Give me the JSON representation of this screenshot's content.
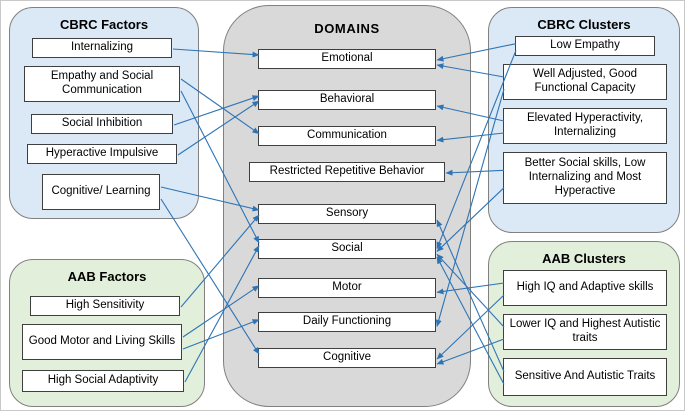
{
  "panels": {
    "cbrc_factors": {
      "title": "CBRC Factors",
      "items": [
        {
          "id": "internalizing",
          "label": "Internalizing"
        },
        {
          "id": "empathy-social-communication",
          "label": "Empathy and Social Communication"
        },
        {
          "id": "social-inhibition",
          "label": "Social Inhibition"
        },
        {
          "id": "hyperactive-impulsive",
          "label": "Hyperactive Impulsive"
        },
        {
          "id": "cognitive-learning",
          "label": "Cognitive/ Learning"
        }
      ]
    },
    "aab_factors": {
      "title": "AAB Factors",
      "items": [
        {
          "id": "high-sensitivity",
          "label": "High Sensitivity"
        },
        {
          "id": "good-motor-living-skills",
          "label": "Good Motor and Living Skills"
        },
        {
          "id": "high-social-adaptivity",
          "label": "High Social Adaptivity"
        }
      ]
    },
    "domains": {
      "title": "DOMAINS",
      "items": [
        {
          "id": "emotional",
          "label": "Emotional"
        },
        {
          "id": "behavioral",
          "label": "Behavioral"
        },
        {
          "id": "communication",
          "label": "Communication"
        },
        {
          "id": "restricted-repetitive-behavior",
          "label": "Restricted Repetitive Behavior"
        },
        {
          "id": "sensory",
          "label": "Sensory"
        },
        {
          "id": "social",
          "label": "Social"
        },
        {
          "id": "motor",
          "label": "Motor"
        },
        {
          "id": "daily-functioning",
          "label": "Daily Functioning"
        },
        {
          "id": "cognitive",
          "label": "Cognitive"
        }
      ]
    },
    "cbrc_clusters": {
      "title": "CBRC Clusters",
      "items": [
        {
          "id": "low-empathy",
          "label": "Low Empathy"
        },
        {
          "id": "well-adjusted",
          "label": "Well Adjusted, Good Functional Capacity"
        },
        {
          "id": "elevated-hyperactivity",
          "label": "Elevated Hyperactivity, Internalizing"
        },
        {
          "id": "better-social-skills",
          "label": "Better Social skills, Low Internalizing and Most Hyperactive"
        }
      ]
    },
    "aab_clusters": {
      "title": "AAB Clusters",
      "items": [
        {
          "id": "high-iq-adaptive",
          "label": "High IQ and Adaptive skills"
        },
        {
          "id": "lower-iq-autistic",
          "label": "Lower IQ and Highest Autistic traits"
        },
        {
          "id": "sensitive-autistic",
          "label": "Sensitive And Autistic Traits"
        }
      ]
    }
  },
  "colors": {
    "blue_panel": "#dbe9f6",
    "green_panel": "#e2efda",
    "gray_panel": "#d9d9d9",
    "box_border": "#3f3f3f",
    "arrow": "#2e74b5"
  },
  "edges": [
    {
      "from": "internalizing",
      "to": "emotional"
    },
    {
      "from": "empathy-social-communication",
      "to": "communication"
    },
    {
      "from": "empathy-social-communication",
      "to": "social"
    },
    {
      "from": "social-inhibition",
      "to": "behavioral"
    },
    {
      "from": "hyperactive-impulsive",
      "to": "behavioral"
    },
    {
      "from": "cognitive-learning",
      "to": "sensory"
    },
    {
      "from": "cognitive-learning",
      "to": "cognitive"
    },
    {
      "from": "high-sensitivity",
      "to": "sensory"
    },
    {
      "from": "good-motor-living-skills",
      "to": "motor"
    },
    {
      "from": "good-motor-living-skills",
      "to": "daily-functioning"
    },
    {
      "from": "high-social-adaptivity",
      "to": "social"
    },
    {
      "from": "low-empathy",
      "to": "emotional"
    },
    {
      "from": "low-empathy",
      "to": "social"
    },
    {
      "from": "well-adjusted",
      "to": "emotional"
    },
    {
      "from": "well-adjusted",
      "to": "daily-functioning"
    },
    {
      "from": "elevated-hyperactivity",
      "to": "behavioral"
    },
    {
      "from": "elevated-hyperactivity",
      "to": "communication"
    },
    {
      "from": "better-social-skills",
      "to": "restricted-repetitive-behavior"
    },
    {
      "from": "better-social-skills",
      "to": "social"
    },
    {
      "from": "high-iq-adaptive",
      "to": "motor"
    },
    {
      "from": "high-iq-adaptive",
      "to": "cognitive"
    },
    {
      "from": "lower-iq-autistic",
      "to": "social"
    },
    {
      "from": "lower-iq-autistic",
      "to": "cognitive"
    },
    {
      "from": "sensitive-autistic",
      "to": "sensory"
    },
    {
      "from": "sensitive-autistic",
      "to": "social"
    }
  ]
}
